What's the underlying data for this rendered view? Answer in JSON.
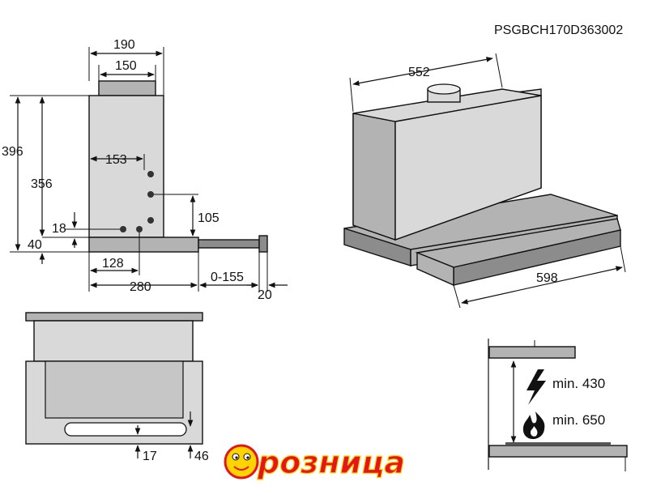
{
  "model_code": "PSGBCH170D363002",
  "side_view": {
    "width_top": "190",
    "width_outlet": "150",
    "height_total": "396",
    "height_body": "356",
    "depth_hole": "153",
    "hole_height": "105",
    "hole_offset": "18",
    "base_height": "40",
    "base_depth": "128",
    "total_depth": "280",
    "extension": "0-155",
    "handle": "20"
  },
  "iso_view": {
    "depth": "552",
    "width": "598"
  },
  "front_view": {
    "gap_a": "17",
    "gap_b": "46"
  },
  "clearance": {
    "electric": "min. 430",
    "gas": "min. 650"
  },
  "brand": {
    "logo_text": "розница",
    "primary_color": "#e3161b",
    "outline_color": "#ffd400"
  }
}
